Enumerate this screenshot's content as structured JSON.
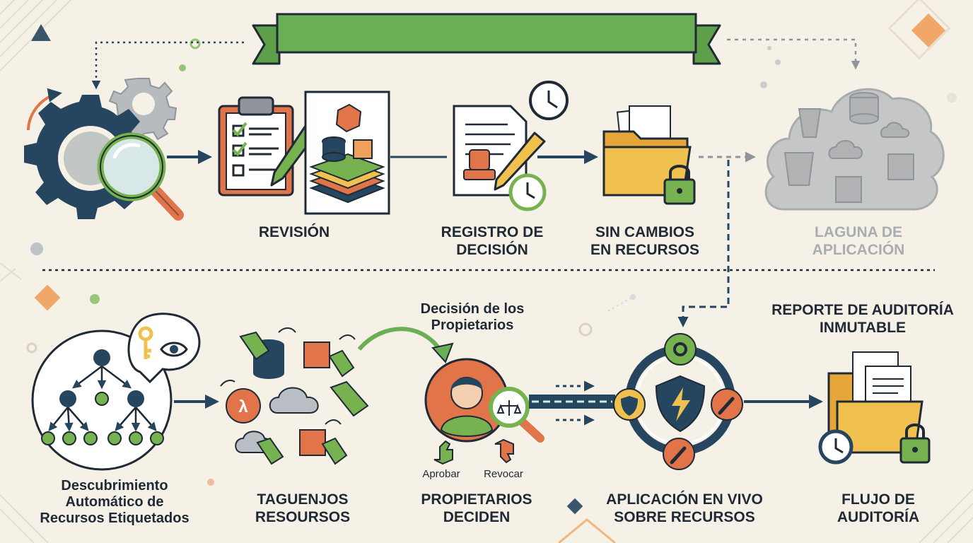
{
  "banner": {
    "title": "",
    "color": "#6aaf55"
  },
  "colors": {
    "navy": "#25465e",
    "orange": "#e2744a",
    "green": "#76b24f",
    "yellow": "#f1c14f",
    "gray": "#b7b8b8",
    "background": "#f6f1e7"
  },
  "top_steps": [
    {
      "id": "discover",
      "icon": "gear-magnifier-icon",
      "lines": []
    },
    {
      "id": "review",
      "icon": "clipboard-checklist-icon",
      "lines": [
        "REVISIÓN"
      ]
    },
    {
      "id": "decision-record",
      "icon": "document-stamp-clock-icon",
      "lines": [
        "REGISTRO DE",
        "DECISIÓN"
      ]
    },
    {
      "id": "no-resource-change",
      "icon": "locked-folder-icon",
      "lines": [
        "SIN CAMBIOS",
        "EN RECURSOS"
      ]
    },
    {
      "id": "enforcement-gap",
      "icon": "cloud-resources-icon",
      "lines": [
        "LAGUNA DE",
        "APLICACIÓN"
      ],
      "muted": true
    }
  ],
  "bottom_steps": [
    {
      "id": "auto-discovery",
      "icon": "resource-tree-icon",
      "lines": [
        "Descubrimiento",
        "Automático de",
        "Recursos Etiquetados"
      ]
    },
    {
      "id": "tagging",
      "icon": "tagged-resources-icon",
      "lines": [
        "TAGUENJOS",
        "RESOURSOS"
      ]
    },
    {
      "id": "owners-decide",
      "icon": "owner-review-icon",
      "lines": [
        "PROPIETARIOS",
        "DECIDEN"
      ]
    },
    {
      "id": "live-enforcement",
      "icon": "shield-cycle-icon",
      "lines": [
        "APLICACIÓN EN VIVO",
        "SOBRE RECURSOS"
      ]
    },
    {
      "id": "audit-flow",
      "icon": "audit-folder-icon",
      "lines": [
        "FLUJO DE",
        "AUDITORÍA"
      ]
    }
  ],
  "owners_decision_label": [
    "Decisión de los",
    "Propietarios"
  ],
  "approve_label": "Aprobar",
  "revoke_label": "Revocar",
  "audit_report_label": [
    "REPORTE DE AUDITORÍA",
    "INMUTABLE"
  ],
  "lambda_glyph": "λ"
}
